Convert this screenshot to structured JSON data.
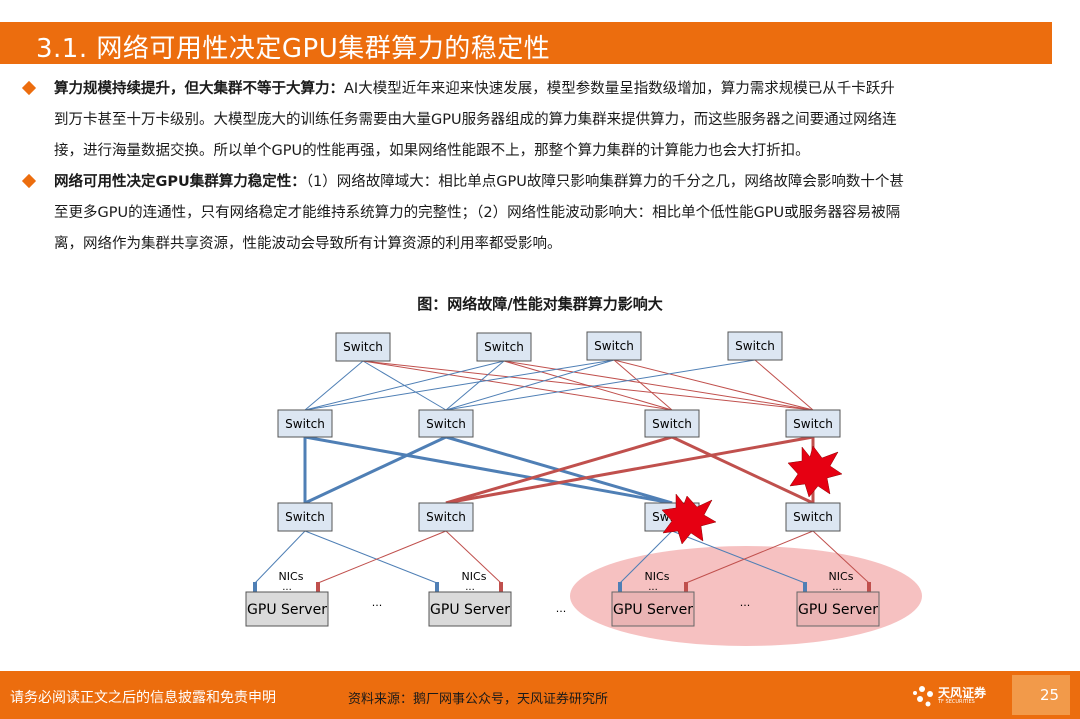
{
  "header": {
    "title": "3.1. 网络可用性决定GPU集群算力的稳定性"
  },
  "bullets": [
    {
      "lead": "算力规模持续提升，但大集群不等于大算力：",
      "text": "AI大模型近年来迎来快速发展，模型参数量呈指数级增加，算力需求规模已从千卡跃升",
      "lines": [
        "到万卡甚至十万卡级别。大模型庞大的训练任务需要由大量GPU服务器组成的算力集群来提供算力，而这些服务器之间要通过网络连",
        "接，进行海量数据交换。所以单个GPU的性能再强，如果网络性能跟不上，那整个算力集群的计算能力也会大打折扣。"
      ]
    },
    {
      "lead": "网络可用性决定GPU集群算力稳定性：",
      "text": "（1）网络故障域大：相比单点GPU故障只影响集群算力的千分之几，网络故障会影响数十个甚",
      "lines": [
        "至更多GPU的连通性，只有网络稳定才能维持系统算力的完整性；（2）网络性能波动影响大：相比单个低性能GPU或服务器容易被隔",
        "离，网络作为集群共享资源，性能波动会导致所有计算资源的利用率都受影响。"
      ]
    }
  ],
  "figure": {
    "caption": "图：网络故障/性能对集群算力影响大",
    "switch_label": "Switch",
    "server_label": "GPU Server",
    "nics_label": "NICs",
    "dots": "...",
    "ellipsis": "...",
    "colors": {
      "blue_link": "#4f7fb5",
      "red_link": "#c0504d",
      "fault_zone": "#f5b6b6",
      "burst": "#e60012"
    }
  },
  "footer": {
    "disclaimer": "请务必阅读正文之后的信息披露和免责申明",
    "source": "资料来源：鹅厂网事公众号，天风证券研究所",
    "logo_text": "天风证券",
    "logo_sub": "TF SECURITIES",
    "page": "25"
  }
}
